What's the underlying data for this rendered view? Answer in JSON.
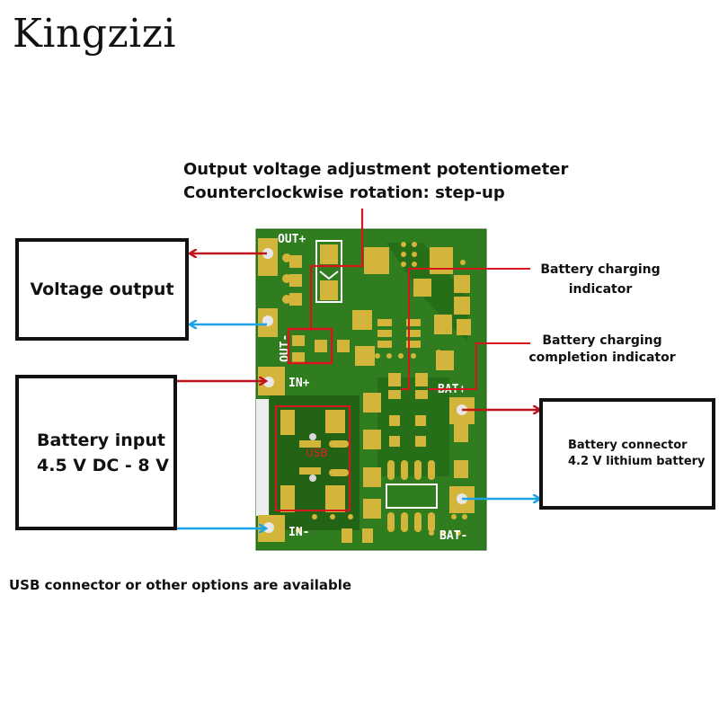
{
  "brand": "Kingzizi",
  "potentiometer_callout": {
    "line1": "Output voltage adjustment potentiometer",
    "line2": "Counterclockwise rotation: step-up"
  },
  "voltage_output_box": {
    "label": "Voltage output"
  },
  "battery_input_box": {
    "line1": "Battery input",
    "line2": "4.5 V DC - 8 V"
  },
  "battery_connector_box": {
    "line1": "Battery connector",
    "line2": "4.2 V lithium battery"
  },
  "charging_indicator": {
    "line1": "Battery charging",
    "line2": "indicator"
  },
  "completion_indicator": {
    "line1": "Battery charging",
    "line2": "completion indicator"
  },
  "footer_note": "USB connector or other options are available",
  "pcb_silkscreen": {
    "out_plus": "OUT+",
    "out_minus": "OUT-",
    "in_plus": "IN+",
    "in_minus": "IN-",
    "bat_plus": "BAT+",
    "bat_minus": "BAT-",
    "usb": "USB"
  },
  "colors": {
    "pcb_green": "#2f7d1f",
    "pcb_dark": "#236315",
    "pad_gold": "#d2b53a",
    "positive_arrow": "#c0141c",
    "negative_arrow": "#1aa3e8",
    "callout_red": "#d8141c"
  }
}
